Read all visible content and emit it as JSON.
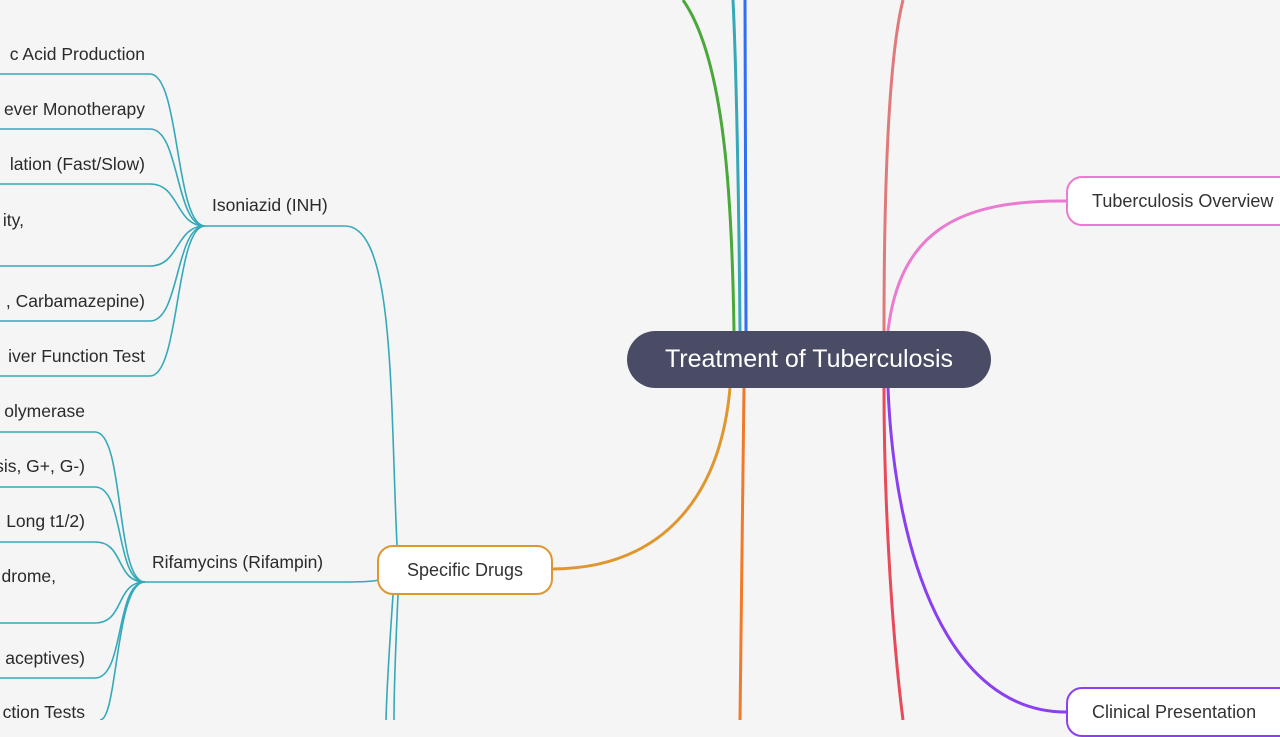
{
  "central": {
    "title": "Treatment of Tuberculosis"
  },
  "branches": {
    "specific_drugs": "Specific Drugs",
    "overview": "Tuberculosis Overview",
    "clinical": "Clinical Presentation"
  },
  "isoniazid": {
    "label": "Isoniazid (INH)",
    "children": [
      "c Acid Production",
      "ever Monotherapy",
      "lation (Fast/Slow)",
      "ity,",
      ", Carbamazepine)",
      "iver Function Test"
    ]
  },
  "rifamycins": {
    "label": "Rifamycins (Rifampin)",
    "children": [
      "olymerase",
      "sis, G+, G-)",
      "Long t1/2)",
      "drome,",
      "aceptives)",
      "ction Tests"
    ]
  },
  "colors": {
    "background": "#f5f5f5",
    "central": "#4a4c66",
    "teal": "#35a9b9",
    "orange_branch": "#e0962f",
    "pink": "#ea7bd1",
    "purple": "#8a3ff0",
    "green": "#4aa83a",
    "blue": "#2f6ff0",
    "orange_red": "#f07a2a",
    "salmon": "#e07a7a",
    "red": "#e84a5a"
  }
}
